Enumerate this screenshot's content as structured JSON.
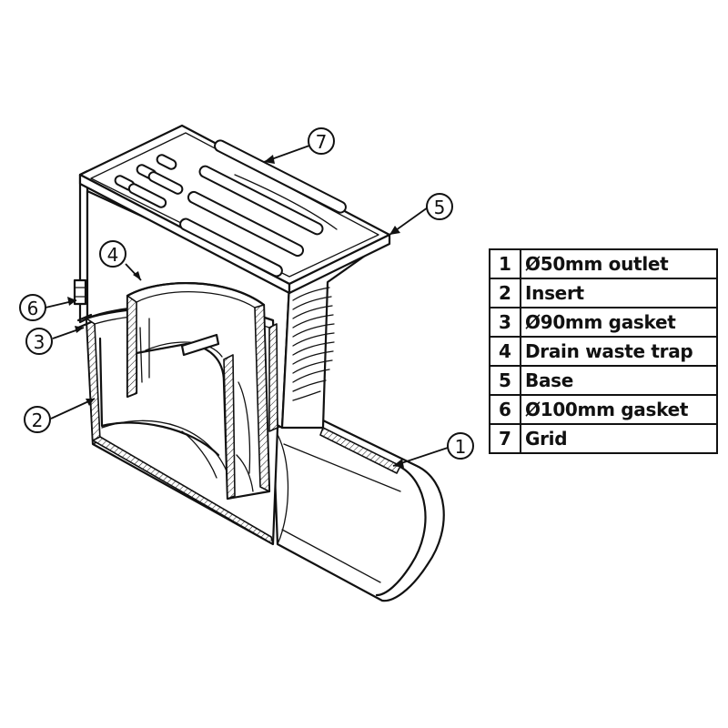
{
  "callouts": [
    "1",
    "2",
    "3",
    "4",
    "5",
    "6",
    "7"
  ],
  "legend": [
    {
      "num": "1",
      "label": "Ø50mm outlet"
    },
    {
      "num": "2",
      "label": "Insert"
    },
    {
      "num": "3",
      "label": "Ø90mm gasket"
    },
    {
      "num": "4",
      "label": "Drain waste trap"
    },
    {
      "num": "5",
      "label": "Base"
    },
    {
      "num": "6",
      "label": "Ø100mm gasket"
    },
    {
      "num": "7",
      "label": "Grid"
    }
  ]
}
